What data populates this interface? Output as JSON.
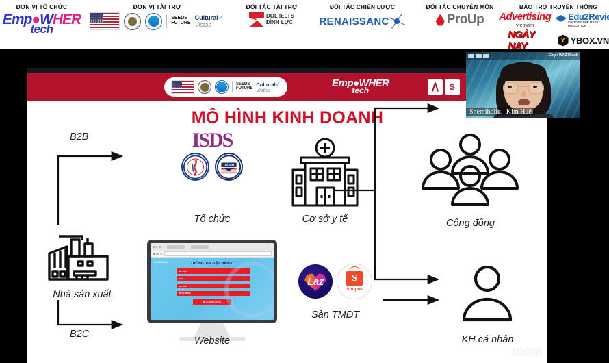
{
  "sponsor_bar": {
    "columns": [
      {
        "title": "ĐƠN VỊ TỔ CHỨC",
        "logos": [
          {
            "name": "empowher-tech-logo",
            "text_parts": {
              "emp": "Emp",
              "dot": "●",
              "w": "W",
              "her": "HER",
              "tech": "tech"
            }
          }
        ]
      },
      {
        "title": "ĐƠN VỊ TÀI TRỢ",
        "logos": [
          {
            "name": "us-flag-icon",
            "label": "US Flag"
          },
          {
            "name": "us-department-of-state-seal",
            "label": "U.S. Department of State"
          },
          {
            "name": "global-seal-icon",
            "label": "Global"
          },
          {
            "name": "seeds-of-the-future-logo",
            "line1": "SEEDS",
            "line2": "FUTURE"
          },
          {
            "name": "cultural-vistas-logo",
            "line1": "Cultural",
            "line2": "Vistas"
          }
        ]
      },
      {
        "title": "ĐỐI TÁC TÀI TRỢ",
        "logos": [
          {
            "name": "dol-ielts-logo",
            "line1": "DOL IELTS",
            "line2": "ĐÌNH LỰC"
          }
        ]
      },
      {
        "title": "ĐỐI TÁC CHIẾN LƯỢC",
        "logos": [
          {
            "name": "renaissance-logo",
            "text": "RENAISSANC"
          }
        ]
      },
      {
        "title": "ĐỐI TÁC CHUYÊN MÔN",
        "logos": [
          {
            "name": "proup-logo",
            "text": "ProUp"
          }
        ]
      },
      {
        "title": "BẢO TRỢ TRUYỀN THÔNG",
        "logos": [
          {
            "name": "advertising-vietnam-logo",
            "line1": "Advertising",
            "line2": "vietnam"
          },
          {
            "name": "edu2review-logo",
            "line1": "Edu2Review",
            "line2": "CHOOSE THE BEST EDUCATION"
          },
          {
            "name": "ngay-nay-logo",
            "text": "NGÀY NAY"
          },
          {
            "name": "ybox-logo",
            "text": "YBOX.VN",
            "mark": "Y"
          }
        ]
      }
    ]
  },
  "slide": {
    "header": {
      "pill_logos": [
        "us-flag-icon",
        "us-department-of-state-seal",
        "global-seal-icon",
        "seeds-of-the-future-logo",
        "cultural-vistas-logo"
      ],
      "seeds_line1": "SEEDS",
      "seeds_line2": "FUTURE",
      "cultural_line1": "Cultural",
      "cultural_line2": "Vistas",
      "brand_line1": "Emp●WHER",
      "brand_line2": "tech",
      "right_boxes": [
        "red-ribbon-icon",
        "S"
      ]
    },
    "title": "MÔ HÌNH KINH DOANH",
    "diagram": {
      "labels": {
        "b2b": "B2B",
        "b2c": "B2C",
        "manufacturer": "Nhà sản xuất",
        "organization": "Tổ chức",
        "medical_facility": "Cơ sở y tế",
        "website": "Website",
        "ecommerce": "Sàn TMĐT",
        "community": "Cộng đồng",
        "individual_customer": "KH cá nhân"
      },
      "org_logos": {
        "isds": "ISDS",
        "vietnam_seal": "vietnam-health-ministry-seal",
        "usaid_seal": "USAID"
      },
      "ecommerce_logos": {
        "lazada": "Laz",
        "shopee": "Shopee",
        "shopee_mark": "S"
      },
      "website_mockup": {
        "heading": "THÔNG TIN ĐẶT HÀNG:",
        "brand": "SHEMIHOLIC",
        "fields": [
          "HỌ TÊN:",
          "SĐT:",
          "ĐỊA CHỈ:",
          "SỐ LƯỢNG:"
        ],
        "submit_button": "MUA HÀNG NGAY"
      },
      "arrow_flows": [
        {
          "from": "manufacturer",
          "to": "organization",
          "label": "B2B"
        },
        {
          "from": "manufacturer",
          "to": "website",
          "label": "B2C"
        },
        {
          "from": "organization",
          "to": "community"
        },
        {
          "from": "medical_facility",
          "to": "community"
        },
        {
          "from": "website",
          "to": "individual_customer"
        },
        {
          "from": "ecommerce",
          "to": "individual_customer"
        }
      ]
    }
  },
  "webcam": {
    "participant_name": "Shemiholic - Kim Huệ",
    "overlay_brand": "Emp●WHERtech"
  },
  "watermark": {
    "text": "zoom"
  },
  "colors": {
    "brand_red": "#b3132c",
    "title_red": "#d2102a",
    "brand_blue": "#2b35c8",
    "brand_pink": "#e0218a",
    "stage_black": "#000000",
    "slide_white": "#ffffff"
  }
}
